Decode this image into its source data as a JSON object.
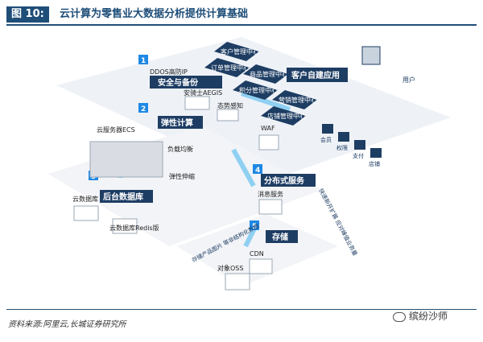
{
  "header": {
    "fig_tag": "图 10:",
    "title": "云计算为零售业大数据分析提供计算基础"
  },
  "diagram": {
    "steps": [
      "1",
      "2",
      "3",
      "4",
      "5"
    ],
    "sections": {
      "security": "安全与备份",
      "compute": "弹性计算",
      "database": "后台数据库",
      "distributed": "分布式服务",
      "storage": "存储",
      "app": "客户自建应用"
    },
    "security_items": [
      "DDOS高防IP",
      "安骑士AEGIS",
      "态势感知",
      "WAF"
    ],
    "compute_items": [
      "云服务器ECS",
      "负载均衡",
      "弹性伸缩"
    ],
    "db_items": [
      "云数据库",
      "云数据库Redis版"
    ],
    "dist_items": [
      "消息服务"
    ],
    "storage_items": [
      "CDN",
      "对象OSS"
    ],
    "app_centers": [
      "客户管理中心",
      "订单管理中心",
      "商品管理中心",
      "积分管理中心",
      "营销管理中心",
      "店铺管理中心"
    ],
    "app_icons": [
      "会员",
      "权限",
      "支付",
      "店铺"
    ],
    "user_label": "用户",
    "annotations": {
      "storage_note": "存储产品图片 等非结构化数据",
      "dist_note": "快速新开扩展 应对峰值业务量"
    }
  },
  "footer": {
    "source": "资料来源:阿里云,长城证券研究所",
    "watermark": "缤纷沙师"
  }
}
